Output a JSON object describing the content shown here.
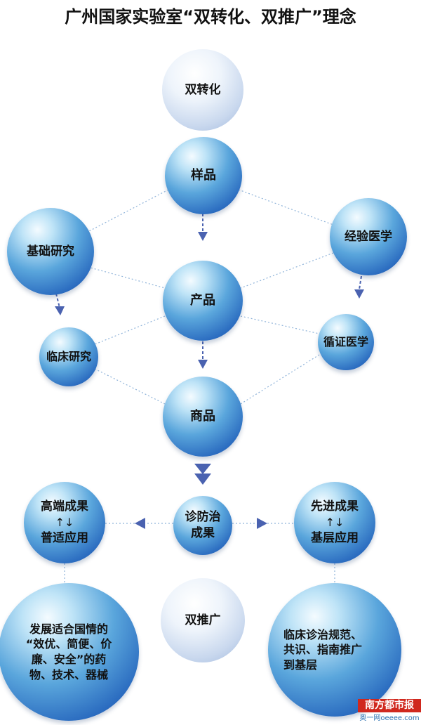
{
  "title": "广州国家实验室“双转化、双推广”理念",
  "nodes": {
    "shuangzhuanhua": "双转化",
    "yangpin": "样品",
    "jichu": "基础研究",
    "jingyan": "经验医学",
    "chanpin": "产品",
    "linchuang": "临床研究",
    "xunzheng": "循证医学",
    "shangpin": "商品",
    "gaoduan_top": "高端成果",
    "gaoduan_bottom": "普适应用",
    "zhenfang_top": "诊防治",
    "zhenfang_bottom": "成果",
    "xianjin_top": "先进成果",
    "xianjin_bottom": "基层应用",
    "swap_arrows": "↑↓",
    "fazhan": [
      "发展适合国情的",
      "“效优、简便、价",
      "廉、安全”的药",
      "物、技术、器械"
    ],
    "shuangtuiguang": "双推广",
    "linchuang_zhenzhi": [
      "临床诊治规范、",
      "共识、指南推广",
      "到基层"
    ]
  },
  "logo": {
    "name": "南方都市报",
    "sub": "奥一网oeeee.com"
  },
  "colors": {
    "sphere": "#2b6cc0",
    "line": "#8fb3d9",
    "arrow": "#4a62b0"
  }
}
